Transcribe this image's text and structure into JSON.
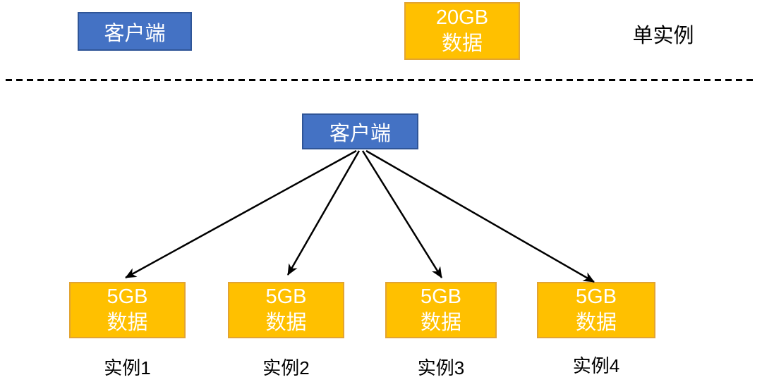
{
  "top_section": {
    "client_box": {
      "label": "客户端"
    },
    "data_box": {
      "line1": "20GB",
      "line2": "数据"
    },
    "caption": "单实例"
  },
  "bottom_section": {
    "client_box": {
      "label": "客户端"
    },
    "instances": [
      {
        "data_line1": "5GB",
        "data_line2": "数据",
        "label": "实例1"
      },
      {
        "data_line1": "5GB",
        "data_line2": "数据",
        "label": "实例2"
      },
      {
        "data_line1": "5GB",
        "data_line2": "数据",
        "label": "实例3"
      },
      {
        "data_line1": "5GB",
        "data_line2": "数据",
        "label": "实例4"
      }
    ]
  },
  "colors": {
    "client_fill": "#4472C4",
    "client_border": "#2F5597",
    "data_fill": "#FFC000",
    "data_border": "#E2A432",
    "arrow": "#000000",
    "divider": "#000000"
  }
}
